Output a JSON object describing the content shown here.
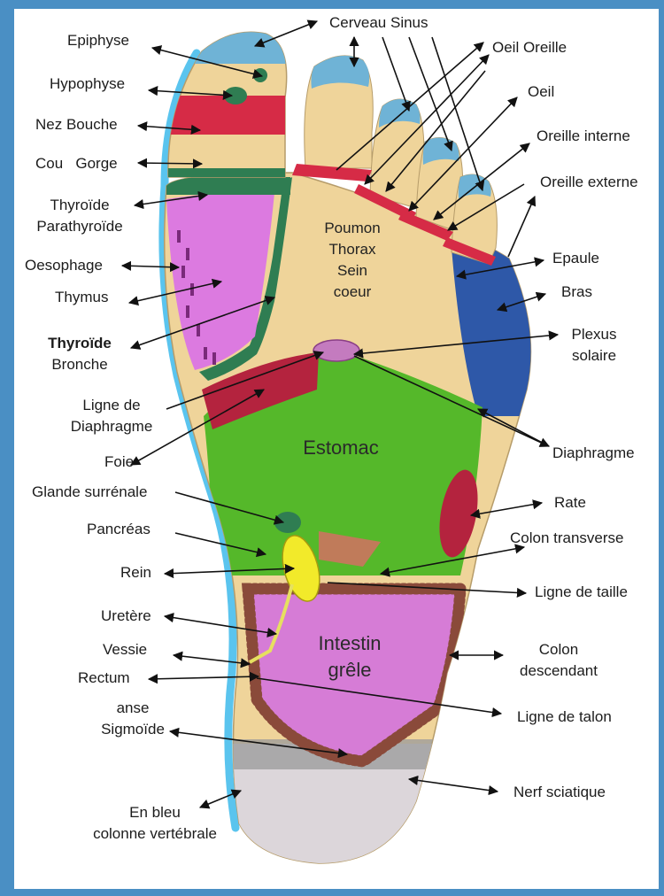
{
  "colors": {
    "frame": "#4a8fc4",
    "foot_base": "#efd49a",
    "toe_tip": "#6fb3d6",
    "spine": "#5ac4ee",
    "nose_mouth_band": "#d62b46",
    "thyroid_zone": "#dc7ae0",
    "green_border": "#2f7d52",
    "stomach": "#55b82a",
    "intestine": "#d67cd6",
    "colon_border": "#8a4a3a",
    "shoulder_arm": "#2e58a8",
    "kidney": "#f2ea2a",
    "heel": "#dcd6da"
  },
  "zones": {
    "lungs": [
      "Poumon",
      "Thorax",
      "Sein",
      "coeur"
    ],
    "stomach": "Estomac",
    "intestine": [
      "Intestin",
      "grêle"
    ]
  },
  "labels": {
    "cerveau_sinus": "Cerveau Sinus",
    "epiphyse": "Epiphyse",
    "hypophyse": "Hypophyse",
    "nez_bouche": "Nez Bouche",
    "cou_gorge": "Cou   Gorge",
    "thyroide": "Thyroïde",
    "parathyroide": "Parathyroïde",
    "oesophage": "Oesophage",
    "thymus": "Thymus",
    "thyroide_bold": "Thyroïde",
    "bronche": "Bronche",
    "ligne_de": "Ligne de",
    "diaphragme_left": "Diaphragme",
    "foie": "Foie",
    "glande_surrenale": "Glande surrénale",
    "pancreas": "Pancréas",
    "rein": "Rein",
    "uretere": "Uretère",
    "vessie": "Vessie",
    "rectum": "Rectum",
    "anse": "anse",
    "sigmoide": "Sigmoïde",
    "en_bleu": "En bleu",
    "colonne_vertebrale": "colonne vertébrale",
    "oeil_oreille": "Oeil Oreille",
    "oeil": "Oeil",
    "oreille_interne": "Oreille interne",
    "oreille_externe": "Oreille externe",
    "epaule": "Epaule",
    "bras": "Bras",
    "plexus": "Plexus",
    "solaire": "solaire",
    "diaphragme_right": "Diaphragme",
    "rate": "Rate",
    "colon_transverse": "Colon transverse",
    "ligne_de_taille": "Ligne de taille",
    "colon": "Colon",
    "descendant": "descendant",
    "ligne_de_talon": "Ligne de talon",
    "nerf_sciatique": "Nerf sciatique"
  }
}
